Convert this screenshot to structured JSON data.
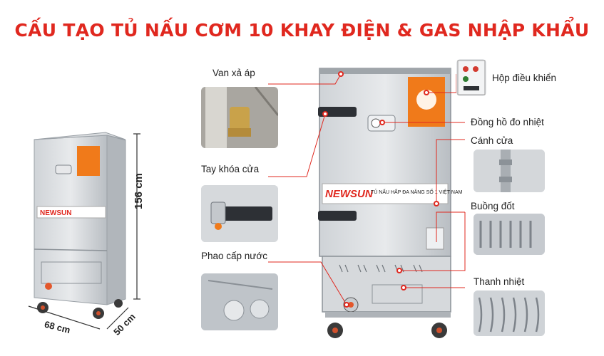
{
  "title": "CẤU TẠO TỦ NẤU CƠM 10 KHAY ĐIỆN & GAS NHẬP KHẨU",
  "dimensions": {
    "height": "156 cm",
    "width": "68 cm",
    "depth": "50 cm"
  },
  "brand": "NEWSUN",
  "labels": {
    "van_xa_ap": "Van xả áp",
    "tay_khoa_cua": "Tay khóa cửa",
    "phao_cap_nuoc": "Phao cấp nước",
    "hop_dieu_khien": "Hộp điều khiển",
    "dong_ho_do_nhiet": "Đồng hồ đo nhiệt",
    "canh_cua": "Cánh cửa",
    "buong_dot": "Buồng đốt",
    "thanh_nhiet": "Thanh nhiệt"
  },
  "colors": {
    "accent": "#e0281f",
    "steel": "#c4c8cc",
    "orange": "#f07a1a"
  }
}
